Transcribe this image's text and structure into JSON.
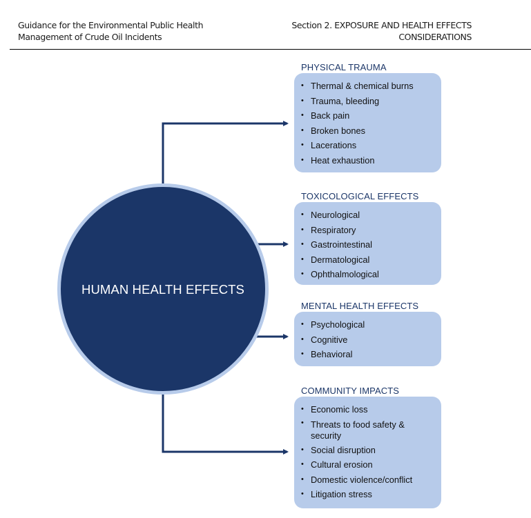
{
  "header": {
    "left_line1": "Guidance for the Environmental Public Health",
    "left_line2": "Management of Crude Oil Incidents",
    "right_line1": "Section 2. EXPOSURE AND HEALTH EFFECTS",
    "right_line2": "CONSIDERATIONS"
  },
  "colors": {
    "dark_navy": "#1b3668",
    "light_blue": "#b7cbea"
  },
  "center": {
    "label": "HUMAN HEALTH EFFECTS"
  },
  "panels": [
    {
      "title": "PHYSICAL TRAUMA",
      "items": [
        "Thermal & chemical burns",
        "Trauma, bleeding",
        "Back pain",
        "Broken bones",
        "Lacerations",
        "Heat exhaustion"
      ]
    },
    {
      "title": "TOXICOLOGICAL EFFECTS",
      "items": [
        "Neurological",
        "Respiratory",
        "Gastrointestinal",
        "Dermatological",
        "Ophthalmological"
      ]
    },
    {
      "title": "MENTAL HEALTH EFFECTS",
      "items": [
        "Psychological",
        "Cognitive",
        "Behavioral"
      ]
    },
    {
      "title": "COMMUNITY IMPACTS",
      "items": [
        "Economic loss",
        "Threats to food safety & security",
        "Social disruption",
        "Cultural erosion",
        "Domestic violence/conflict",
        "Litigation stress"
      ]
    }
  ]
}
